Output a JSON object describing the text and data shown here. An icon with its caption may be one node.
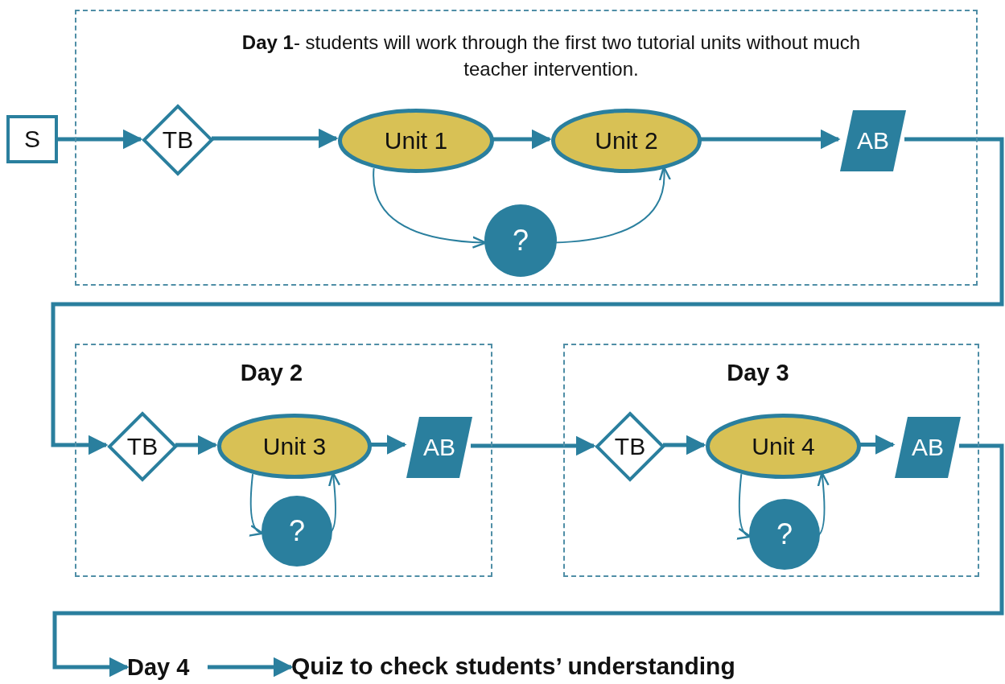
{
  "diagram": {
    "nodes": [
      {
        "text": [
          "**Day 1**- students will work through the first two tutorial units without much teacher intervention."
        ]
      },
      {
        "text": [
          "S"
        ]
      },
      {
        "text": [
          "TB"
        ],
        "in": 0
      },
      {
        "text": [
          "Unit 1"
        ],
        "in": 0
      },
      {
        "text": [
          "Unit 2"
        ],
        "in": 0
      },
      {
        "text": [
          "?"
        ],
        "in": 0
      },
      {
        "text": [
          "AB"
        ],
        "in": 0
      },
      {
        "text": [
          "Day 2"
        ]
      },
      {
        "text": [
          "TB"
        ],
        "in": 7
      },
      {
        "text": [
          "Unit 3"
        ],
        "in": 7
      },
      {
        "text": [
          "?"
        ],
        "in": 7
      },
      {
        "text": [
          "AB"
        ],
        "in": 7
      },
      {
        "text": [
          "Day 3"
        ]
      },
      {
        "text": [
          "TB"
        ],
        "in": 12
      },
      {
        "text": [
          "Unit 4"
        ],
        "in": 12
      },
      {
        "text": [
          "?"
        ],
        "in": 12
      },
      {
        "text": [
          "AB"
        ],
        "in": 12
      },
      {
        "text": [
          "Day 4"
        ]
      },
      {
        "text": [
          "Quiz to check students’ understanding"
        ]
      }
    ],
    "edges": [
      {
        "from": 1,
        "to": 2,
        "arrow": "to"
      },
      {
        "from": 2,
        "to": 3,
        "arrow": "to"
      },
      {
        "from": 3,
        "to": 4,
        "arrow": "to"
      },
      {
        "from": 3,
        "to": 5,
        "arrow": "to"
      },
      {
        "from": 5,
        "to": 4,
        "arrow": "to"
      },
      {
        "from": 4,
        "to": 6,
        "arrow": "to"
      },
      {
        "from": 6,
        "to": 8,
        "arrow": "to"
      },
      {
        "from": 8,
        "to": 9,
        "arrow": "to"
      },
      {
        "from": 9,
        "to": 10,
        "arrow": "to"
      },
      {
        "from": 10,
        "to": 9,
        "arrow": "to"
      },
      {
        "from": 9,
        "to": 11,
        "arrow": "to"
      },
      {
        "from": 11,
        "to": 13,
        "arrow": "to"
      },
      {
        "from": 13,
        "to": 14,
        "arrow": "to"
      },
      {
        "from": 14,
        "to": 15,
        "arrow": "to"
      },
      {
        "from": 15,
        "to": 14,
        "arrow": "to"
      },
      {
        "from": 14,
        "to": 16,
        "arrow": "to"
      },
      {
        "from": 16,
        "to": 17,
        "arrow": "to"
      },
      {
        "from": 17,
        "to": 18,
        "arrow": "to"
      }
    ]
  }
}
